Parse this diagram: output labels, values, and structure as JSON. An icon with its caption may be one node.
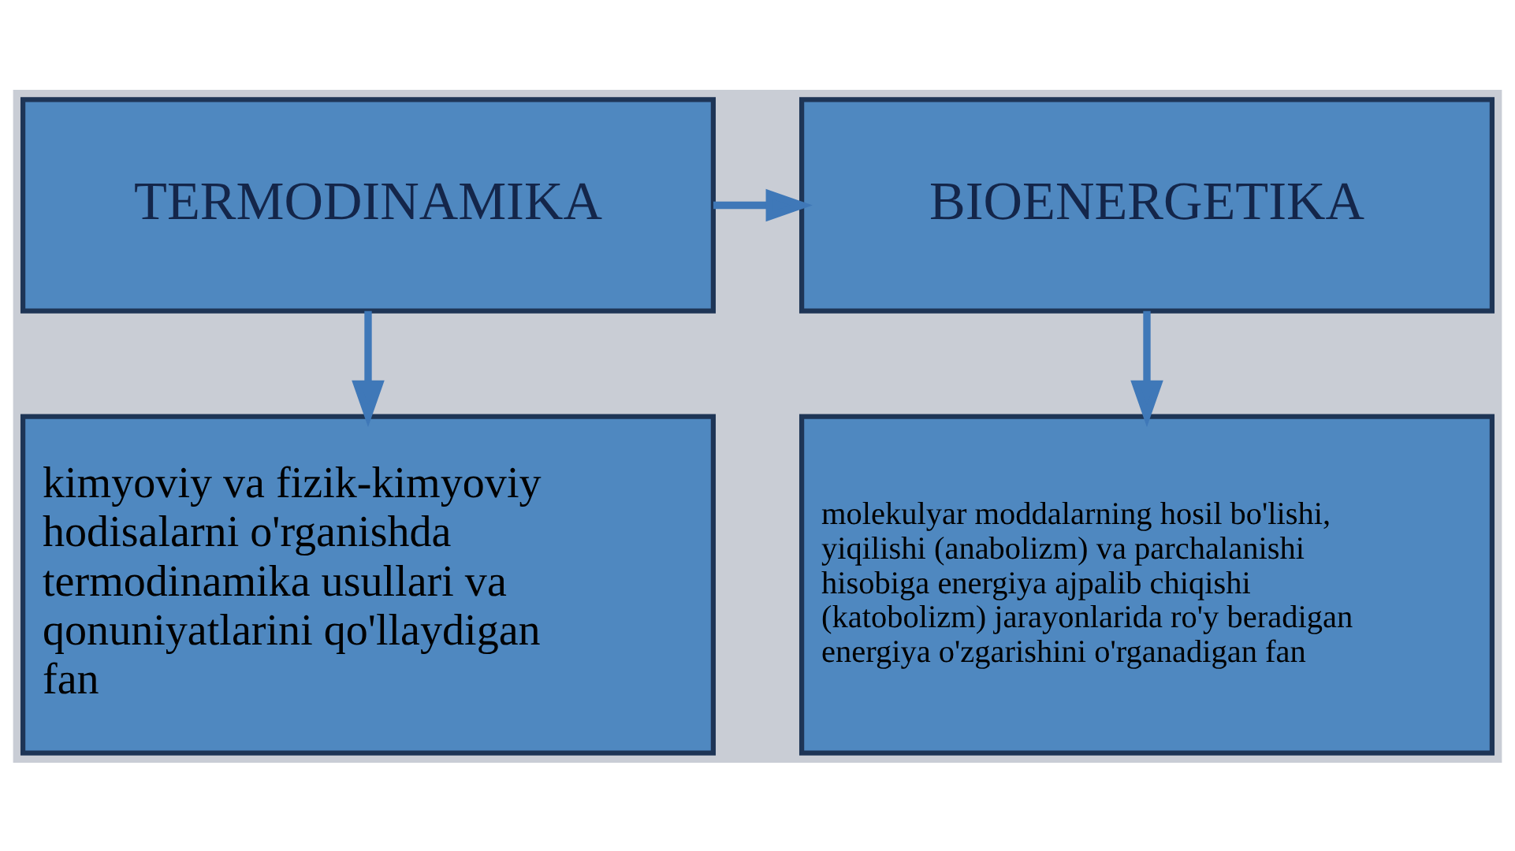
{
  "diagram": {
    "nodes": [
      {
        "text": [
          "TERMODINAMIKA"
        ]
      },
      {
        "text": [
          "BIOENERGETIKA"
        ]
      },
      {
        "text": [
          "kimyoviy va fizik-kimyoviy hodisalarni o'rganishda termodinamika usullari va qonuniyatlarini qo'llaydigan fan"
        ]
      },
      {
        "text": [
          "molekulyar moddalarning hosil bo'lishi, yiqilishi (anabolizm) va parchalanishi hisobiga energiya ajpalib chiqishi (katobolizm) jarayonlarida ro'y beradigan energiya o'zgarishini o'rganadigan fan"
        ]
      }
    ],
    "edges": [
      {
        "from": 0,
        "to": 1,
        "arrow": "to"
      },
      {
        "from": 0,
        "to": 2,
        "arrow": "to"
      },
      {
        "from": 1,
        "to": 3,
        "arrow": "to"
      }
    ]
  }
}
